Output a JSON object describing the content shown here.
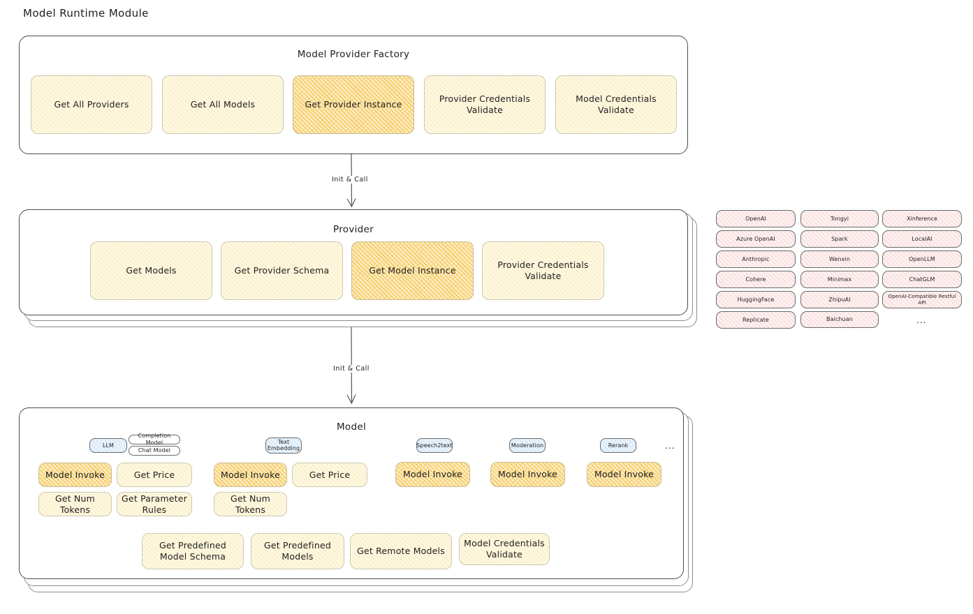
{
  "page": {
    "title": "Model Runtime Module"
  },
  "factory": {
    "title": "Model Provider Factory",
    "methods": [
      {
        "label": "Get All Providers",
        "highlighted": false
      },
      {
        "label": "Get All Models",
        "highlighted": false
      },
      {
        "label": "Get Provider Instance",
        "highlighted": true
      },
      {
        "label": "Provider Credentials Validate",
        "highlighted": false
      },
      {
        "label": "Model Credentials Validate",
        "highlighted": false
      }
    ]
  },
  "arrows": [
    {
      "label": "Init & Call"
    },
    {
      "label": "Init & Call"
    }
  ],
  "provider": {
    "title": "Provider",
    "methods": [
      {
        "label": "Get Models",
        "highlighted": false
      },
      {
        "label": "Get Provider Schema",
        "highlighted": false
      },
      {
        "label": "Get Model Instance",
        "highlighted": true
      },
      {
        "label": "Provider Credentials Validate",
        "highlighted": false
      }
    ]
  },
  "provider_list": {
    "ellipsis": "...",
    "columns": [
      [
        "OpenAI",
        "Azure OpenAI",
        "Anthropic",
        "Cohere",
        "HuggingFace",
        "Replicate"
      ],
      [
        "Tongyi",
        "Spark",
        "Wenxin",
        "Minimax",
        "ZhipuAI",
        "Baichuan"
      ],
      [
        "Xinference",
        "LocalAI",
        "OpenLLM",
        "ChatGLM",
        "OpenAI-Compatible Restful API"
      ]
    ]
  },
  "model": {
    "title": "Model",
    "ellipsis": "...",
    "types": [
      {
        "name": "LLM",
        "variants": [
          "Completion Model",
          "Chat Model"
        ],
        "methods": [
          {
            "label": "Model Invoke",
            "highlighted": true
          },
          {
            "label": "Get Price",
            "highlighted": false
          },
          {
            "label": "Get Num Tokens",
            "highlighted": false
          },
          {
            "label": "Get Parameter Rules",
            "highlighted": false
          }
        ]
      },
      {
        "name": "Text Embedding",
        "variants": [],
        "methods": [
          {
            "label": "Model Invoke",
            "highlighted": true
          },
          {
            "label": "Get Price",
            "highlighted": false
          },
          {
            "label": "Get Num Tokens",
            "highlighted": false
          }
        ]
      },
      {
        "name": "Speech2text",
        "variants": [],
        "methods": [
          {
            "label": "Model Invoke",
            "highlighted": true
          }
        ]
      },
      {
        "name": "Moderation",
        "variants": [],
        "methods": [
          {
            "label": "Model Invoke",
            "highlighted": true
          }
        ]
      },
      {
        "name": "Rerank",
        "variants": [],
        "methods": [
          {
            "label": "Model Invoke",
            "highlighted": true
          }
        ]
      }
    ],
    "common_methods": [
      "Get Predefined Model Schema",
      "Get Predefined Models",
      "Get Remote Models",
      "Model Credentials Validate"
    ]
  },
  "colors": {
    "highlight_orange": "#f3b832",
    "light_yellow": "#fdf8e3",
    "provider_pink": "#fdf1f1",
    "model_type_blue": "#e9f3fb",
    "stroke": "#4a4a4a"
  }
}
